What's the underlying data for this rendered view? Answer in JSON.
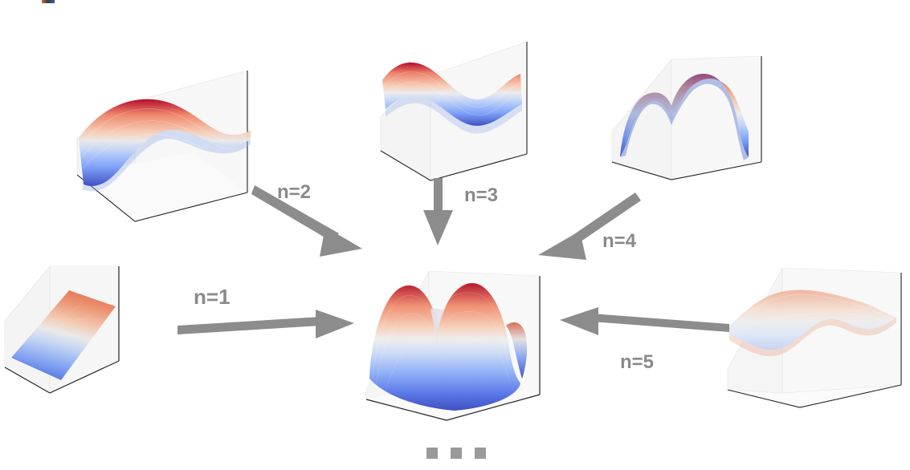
{
  "figure": {
    "kind": "basis-function-decomposition-diagram",
    "background": "#ffffff",
    "arrow_color": "#8c8c8c",
    "label_color": "#8a8a8a",
    "colormap": "coolwarm",
    "colormap_low": "#3b4cc0",
    "colormap_mid": "#dddddd",
    "colormap_high": "#b40426",
    "panel_face": "#f5f5f5",
    "panel_edge": "#cfcfcf",
    "axis_line": "#222222"
  },
  "labels": {
    "n1": "n=1",
    "n2": "n=2",
    "n3": "n=3",
    "n4": "n=4",
    "n5": "n=5"
  },
  "ellipsis": {
    "dots": [
      "■",
      "■",
      "■"
    ],
    "count": 3
  },
  "chart_data": {
    "type": "surface",
    "title": "",
    "xlabel": "",
    "ylabel": "",
    "zlabel": "",
    "colormap": "coolwarm",
    "grid": false,
    "legend": null,
    "description": "Five 3D surface basis modes combine via arrows into one central composite 3D surface; a trailing ellipsis indicates further modes.",
    "panels": [
      {
        "id": "mode-n1",
        "label": "n=1",
        "role": "basis",
        "position": "bottom-left",
        "formula": "z = y",
        "shape": "flat tilted plane, linear ramp",
        "z_range": [
          -1,
          1
        ],
        "x_range": [
          -1,
          1
        ],
        "y_range": [
          -1,
          1
        ],
        "features": "monotonic gradient, red high edge at back, blue low edge at front"
      },
      {
        "id": "mode-n2",
        "label": "n=2",
        "role": "basis",
        "position": "top-left",
        "formula": "z = sin(pi*x)*cos(pi*y)/2",
        "shape": "single saddle / one hump and one valley",
        "z_range": [
          -1,
          1
        ],
        "x_range": [
          -1,
          1
        ],
        "y_range": [
          -1,
          1
        ],
        "features": "red ridge rising at left, blue trough at front right"
      },
      {
        "id": "mode-n3",
        "label": "n=3",
        "role": "basis",
        "position": "top-center",
        "formula": "z = sin(2*pi*x)",
        "shape": "single full sine wave ribbon across the domain",
        "z_range": [
          -1,
          1
        ],
        "x_range": [
          -1,
          1
        ],
        "y_range": [
          -1,
          1
        ],
        "features": "red crest at left and center-right, blue trough mid and far right"
      },
      {
        "id": "mode-n4",
        "label": "n=4",
        "role": "basis",
        "position": "top-right",
        "formula": "z = -(x^2 + y^2) + cos(3*pi*x)/4",
        "shape": "twin domed hill with central notch, steep blue skirts",
        "z_range": [
          -1,
          1
        ],
        "x_range": [
          -1,
          1
        ],
        "y_range": [
          -1,
          1
        ],
        "features": "two red/orange summits separated by a dip, edges fall to deep blue"
      },
      {
        "id": "mode-n5",
        "label": "n=5",
        "role": "basis",
        "position": "bottom-right",
        "formula": "z = 0.3*sin(2*pi*x)*sin(pi*y)",
        "shape": "low-amplitude rippled sheet",
        "z_range": [
          -1,
          1
        ],
        "x_range": [
          -1,
          1
        ],
        "y_range": [
          -1,
          1
        ],
        "features": "gentle pale ripples, faint red and blue lobes near edges"
      },
      {
        "id": "composite",
        "label": "",
        "role": "result",
        "position": "center",
        "formula": "z = sum_n c_n * phi_n(x,y)",
        "shape": "bowl with two red peaks and a narrow central cleft plus a side spur",
        "z_range": [
          -1,
          1
        ],
        "x_range": [
          -1,
          1
        ],
        "y_range": [
          -1,
          1
        ],
        "features": "deep blue basin at front, two orange-red summits at rear, sharp V notch between them, thin blue spur on the right"
      }
    ],
    "arrows": [
      {
        "label": "n=1",
        "from": "mode-n1",
        "to": "composite",
        "direction": "left-to-right"
      },
      {
        "label": "n=2",
        "from": "mode-n2",
        "to": "composite",
        "direction": "diagonal-down-right"
      },
      {
        "label": "n=3",
        "from": "mode-n3",
        "to": "composite",
        "direction": "top-to-bottom"
      },
      {
        "label": "n=4",
        "from": "mode-n4",
        "to": "composite",
        "direction": "diagonal-down-left"
      },
      {
        "label": "n=5",
        "from": "mode-n5",
        "to": "composite",
        "direction": "right-to-left"
      }
    ]
  }
}
